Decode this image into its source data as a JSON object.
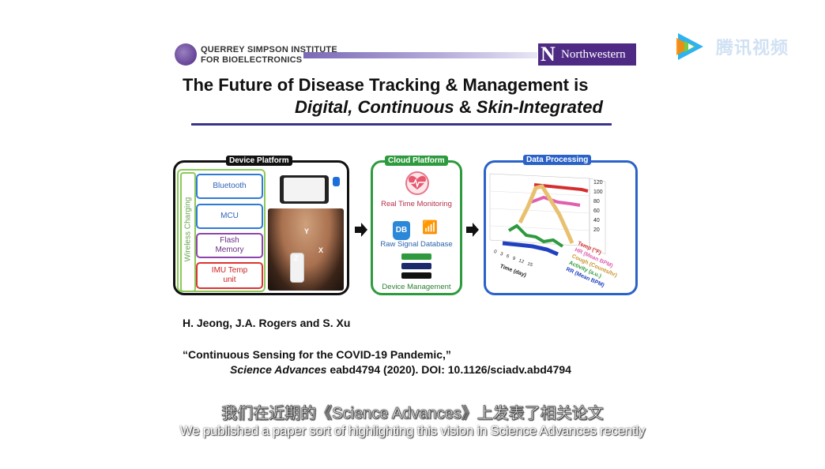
{
  "header": {
    "institute_line1": "QUERREY SIMPSON INSTITUTE",
    "institute_line2": "FOR BIOELECTRONICS",
    "university_letter": "N",
    "university": "Northwestern",
    "watermark": "腾讯视频"
  },
  "title": {
    "line1": "The Future of Disease Tracking & Management is",
    "line2_part1": "Digital, Continuous",
    "line2_amp": " & ",
    "line2_part2": "Skin-Integrated"
  },
  "device_platform": {
    "tag": "Device Platform",
    "wireless_label": "Wireless Charging",
    "modules": [
      "Bluetooth",
      "MCU",
      "Flash Memory",
      "IMU Temp unit"
    ],
    "axes": [
      "Y",
      "Z",
      "X"
    ]
  },
  "cloud_platform": {
    "tag": "Cloud Platform",
    "items": [
      "Real Time Monitoring",
      "Raw Signal Database",
      "Device Management"
    ],
    "db_label": "DB"
  },
  "data_processing": {
    "tag": "Data Processing",
    "z_ticks": [
      "120",
      "100",
      "80",
      "60",
      "40",
      "20"
    ],
    "series_labels": [
      "Temp (°F)",
      "HR (Mean BPM)",
      "Cough (Counts/hr)",
      "Activity (a.u.)",
      "RR (Mean BPM)"
    ],
    "time_label": "Time (day)",
    "time_ticks": [
      "0",
      "3",
      "6",
      "9",
      "12",
      "15"
    ],
    "colors": {
      "temp": "#d62d2d",
      "hr": "#e060b0",
      "cough": "#e8c070",
      "activity": "#2e9a3e",
      "rr": "#2040c0"
    }
  },
  "citation": {
    "authors": "H. Jeong, J.A. Rogers and S. Xu",
    "title": "“Continuous Sensing for the COVID-19 Pandemic,”",
    "journal": "Science Advances",
    "details": " eabd4794 (2020).  DOI: 10.1126/sciadv.abd4794"
  },
  "subtitles": {
    "chinese": "我们在近期的《Science Advances》上发表了相关论文",
    "english": "We published a paper sort of highlighting this vision in Science Advances recently"
  }
}
